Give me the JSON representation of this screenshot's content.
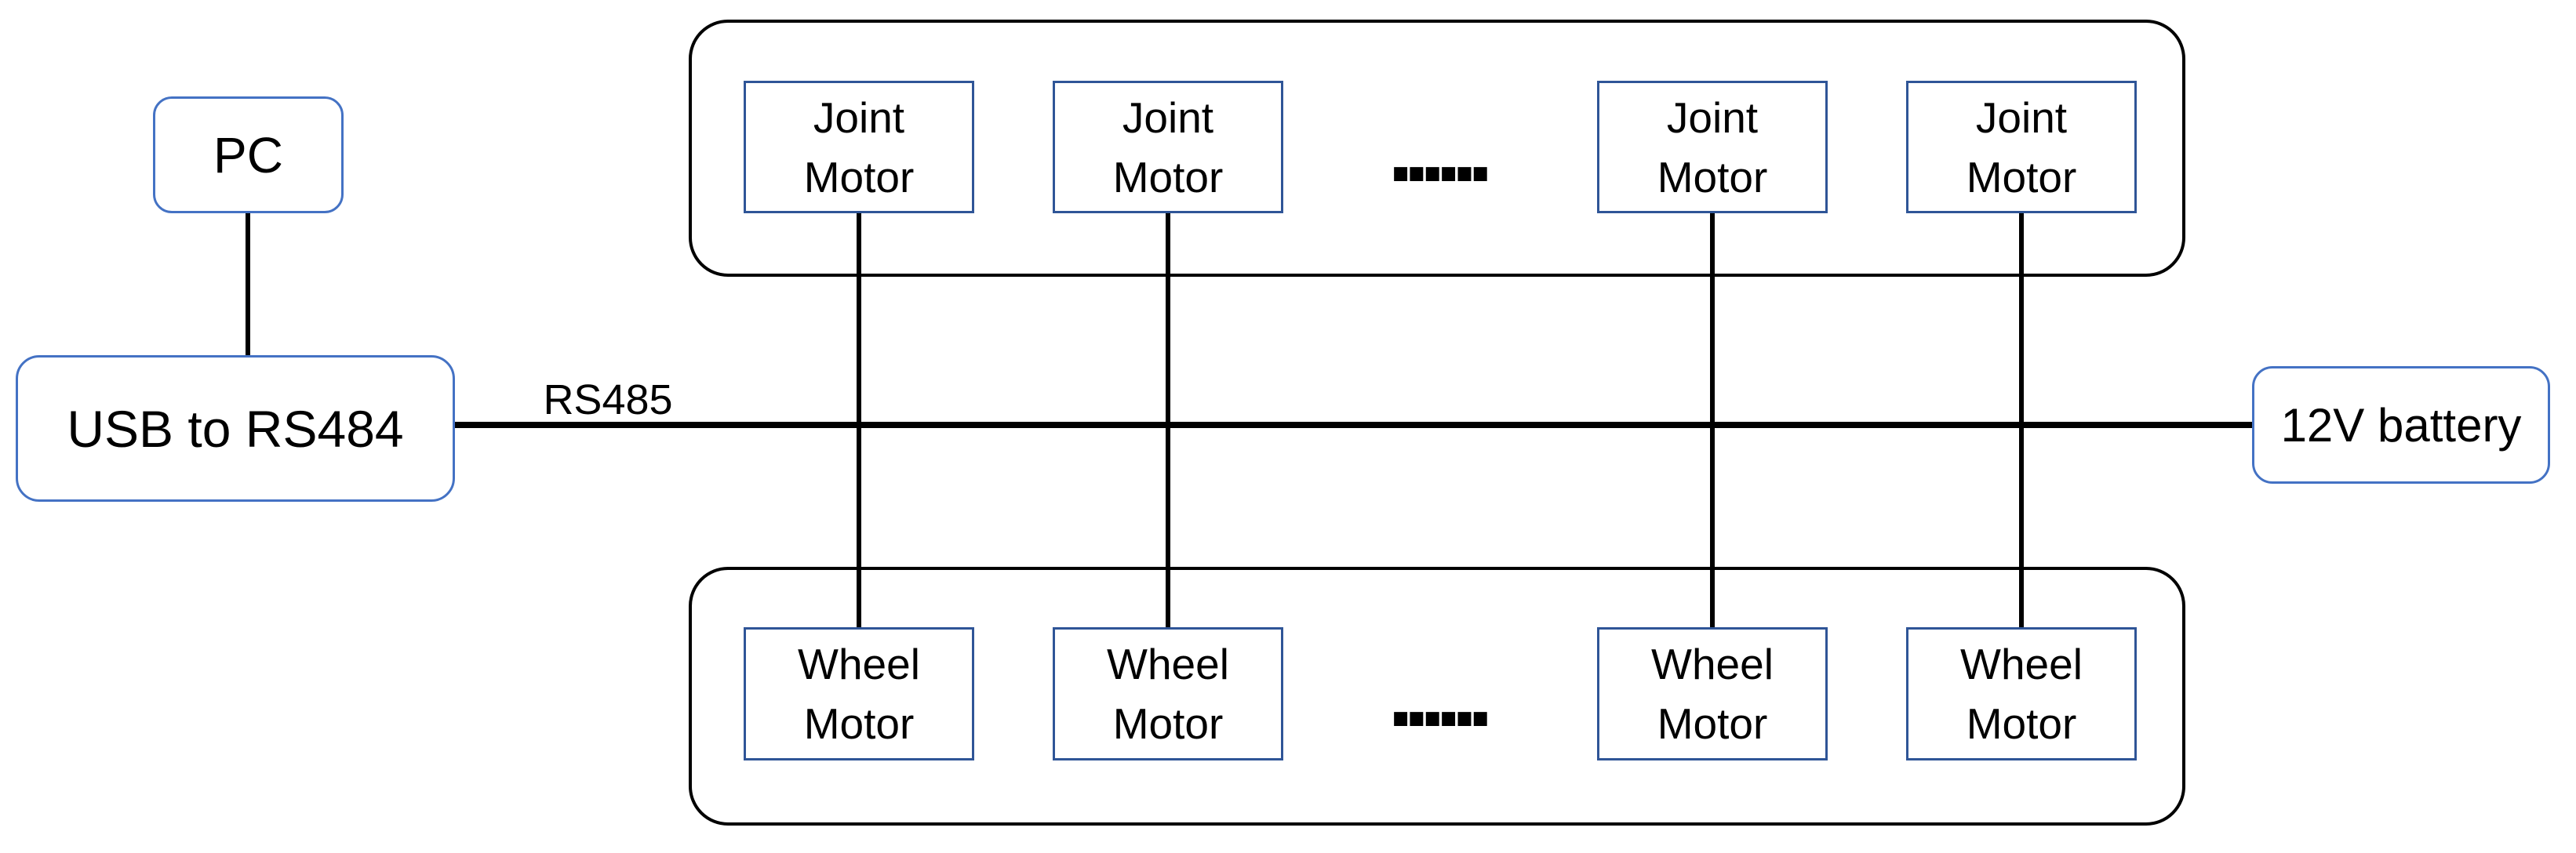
{
  "diagram": {
    "pc": {
      "label": "PC"
    },
    "usb_adapter": {
      "label": "USB to RS484"
    },
    "battery": {
      "label": "12V battery"
    },
    "bus": {
      "label": "RS485"
    },
    "joint_motor": {
      "label": "Joint Motor",
      "count_shown": 4
    },
    "wheel_motor": {
      "label": "Wheel Motor",
      "count_shown": 4
    },
    "ellipsis": "......"
  },
  "colors": {
    "rounded_border": "#4472c4",
    "motor_border": "#2f5597",
    "line_color": "#000000",
    "text_color": "#000000",
    "bg_color": "#ffffff"
  }
}
